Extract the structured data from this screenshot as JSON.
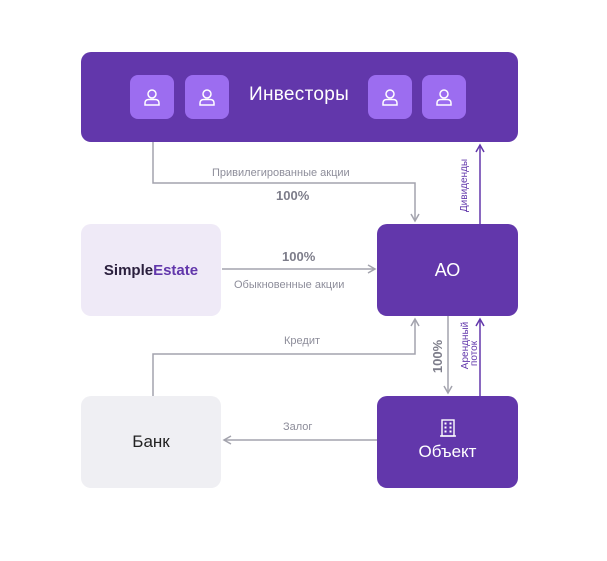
{
  "investors": {
    "title": "Инвесторы",
    "icons": [
      "user-icon",
      "user-icon",
      "user-icon",
      "user-icon"
    ]
  },
  "simpleestate": {
    "part1": "Simple",
    "part2": "Estate"
  },
  "ao": {
    "label": "АО"
  },
  "bank": {
    "label": "Банк"
  },
  "object": {
    "label": "Объект",
    "icon": "building-icon"
  },
  "connectors": {
    "privileged_shares": {
      "label": "Привилегированные акции",
      "percent": "100%"
    },
    "common_shares": {
      "label": "Обыкновенные акции",
      "percent": "100%"
    },
    "dividends": {
      "label": "Дивиденды"
    },
    "credit": {
      "label": "Кредит"
    },
    "collateral": {
      "label": "Залог"
    },
    "ao_to_object": {
      "percent": "100%"
    },
    "rent": {
      "line1": "Арендный",
      "line2": "поток"
    }
  },
  "colors": {
    "primary": "#6237ab",
    "icon_bg": "#9c6df0",
    "light_purple": "#efeaf7",
    "light_gray": "#efeff3",
    "gray_arrow": "#a3a3ad"
  }
}
